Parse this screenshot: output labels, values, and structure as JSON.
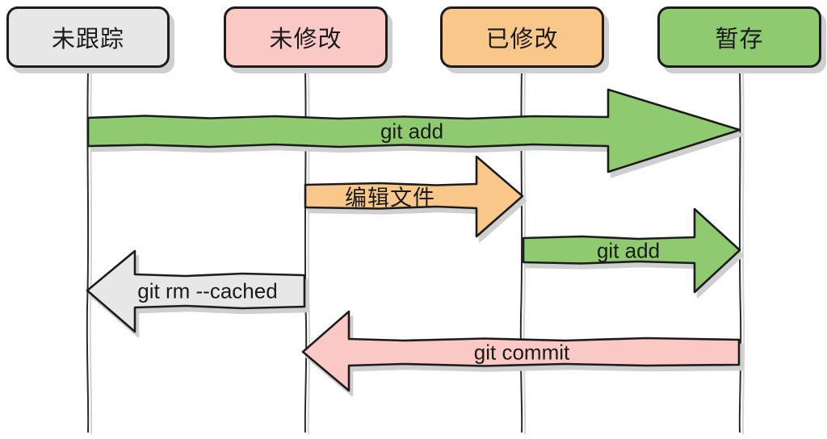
{
  "diagram": {
    "background": "#ffffff",
    "stroke_color": "#1c1c1c",
    "shadow_color": "#cfcfcf",
    "states": [
      {
        "label": "未跟踪",
        "color": "#e7e7e7"
      },
      {
        "label": "未修改",
        "color": "#fac9c5"
      },
      {
        "label": "已修改",
        "color": "#fac78a"
      },
      {
        "label": "暂存",
        "color": "#8fca70"
      }
    ],
    "transitions": [
      {
        "label": "git add",
        "from": "未跟踪",
        "to": "暂存",
        "direction": "right",
        "color": "#8fca70"
      },
      {
        "label": "编辑文件",
        "from": "未修改",
        "to": "已修改",
        "direction": "right",
        "color": "#fac78a"
      },
      {
        "label": "git add",
        "from": "已修改",
        "to": "暂存",
        "direction": "right",
        "color": "#8fca70"
      },
      {
        "label": "git rm --cached",
        "from": "未修改",
        "to": "未跟踪",
        "direction": "left",
        "color": "#e7e7e7"
      },
      {
        "label": "git commit",
        "from": "暂存",
        "to": "未修改",
        "direction": "left",
        "color": "#fac9c5"
      }
    ]
  }
}
